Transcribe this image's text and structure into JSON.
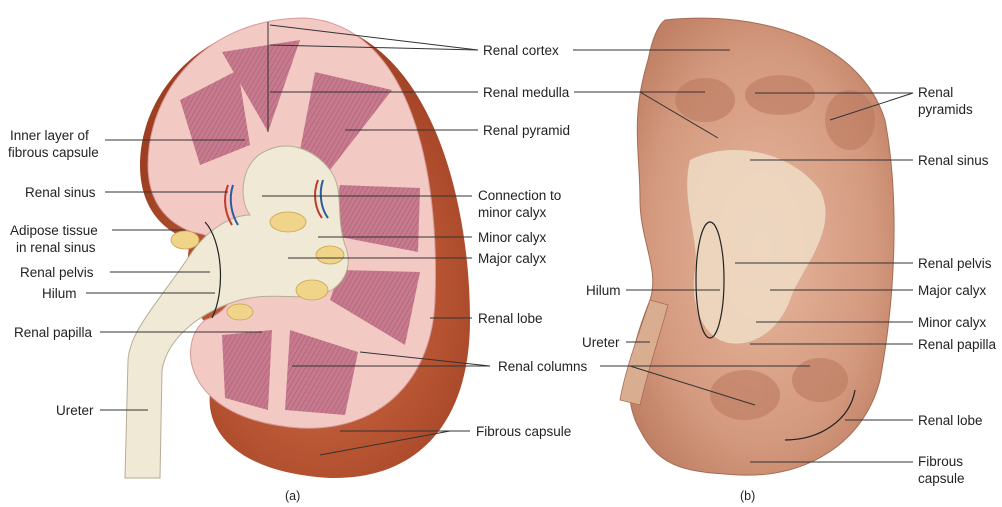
{
  "panel_a": {
    "caption": "(a)",
    "labels": {
      "renal_cortex": "Renal cortex",
      "renal_medulla": "Renal medulla",
      "renal_pyramid": "Renal pyramid",
      "inner_layer_1": "Inner layer of",
      "inner_layer_2": "fibrous capsule",
      "renal_sinus": "Renal sinus",
      "connection_1": "Connection to",
      "connection_2": "minor calyx",
      "adipose_1": "Adipose tissue",
      "adipose_2": "in renal sinus",
      "minor_calyx": "Minor calyx",
      "renal_pelvis": "Renal pelvis",
      "major_calyx": "Major calyx",
      "hilum": "Hilum",
      "renal_lobe": "Renal lobe",
      "renal_papilla": "Renal papilla",
      "renal_columns": "Renal columns",
      "ureter": "Ureter",
      "fibrous_capsule": "Fibrous capsule"
    }
  },
  "panel_b": {
    "caption": "(b)",
    "labels": {
      "renal_pyramids_1": "Renal",
      "renal_pyramids_2": "pyramids",
      "renal_sinus": "Renal sinus",
      "hilum": "Hilum",
      "renal_pelvis": "Renal pelvis",
      "major_calyx": "Major calyx",
      "ureter": "Ureter",
      "minor_calyx": "Minor calyx",
      "renal_papilla": "Renal papilla",
      "renal_lobe": "Renal lobe",
      "fibrous_capsule_1": "Fibrous",
      "fibrous_capsule_2": "capsule"
    }
  },
  "colors": {
    "cortex": "#f3c9c4",
    "medulla": "#c77a8e",
    "capsule": "#b8532e",
    "sinus": "#efe9d6",
    "fat": "#f0d489",
    "photo_tissue": "#dca58a",
    "photo_dark": "#b9775d"
  }
}
